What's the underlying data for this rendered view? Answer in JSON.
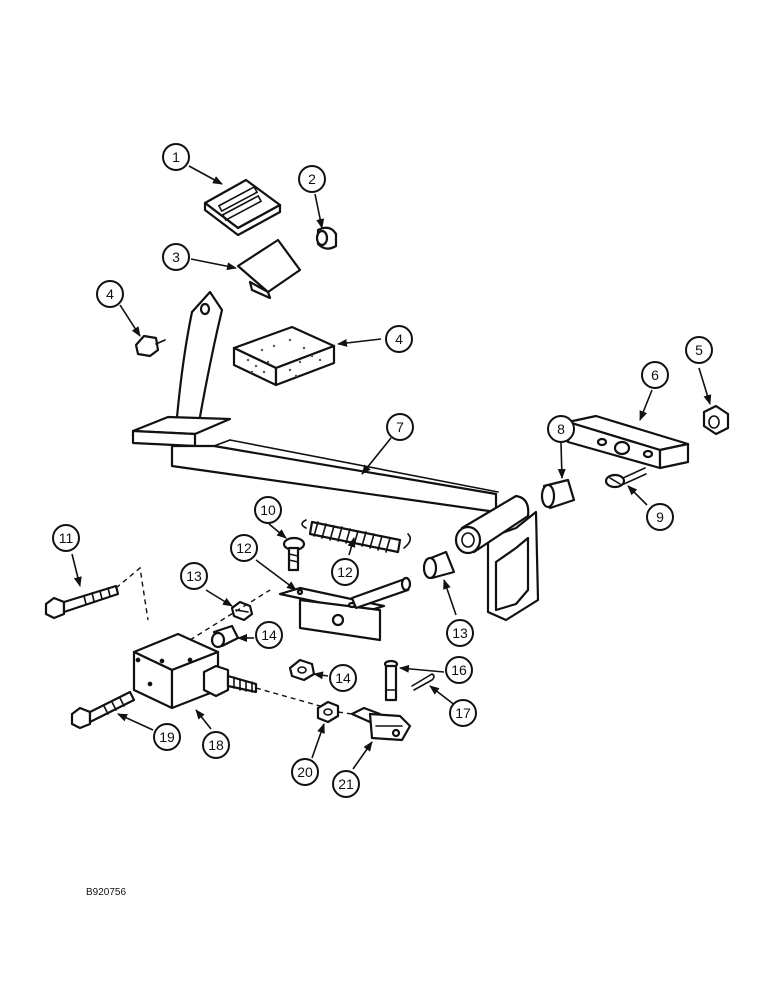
{
  "figure_ref": "B920756",
  "callouts": [
    "1",
    "2",
    "3",
    "4",
    "4",
    "5",
    "6",
    "7",
    "8",
    "9",
    "10",
    "11",
    "12",
    "12",
    "13",
    "13",
    "14",
    "14",
    "16",
    "17",
    "18",
    "19",
    "20",
    "21"
  ],
  "colors": {
    "ink": "#111111",
    "paper": "#ffffff"
  }
}
